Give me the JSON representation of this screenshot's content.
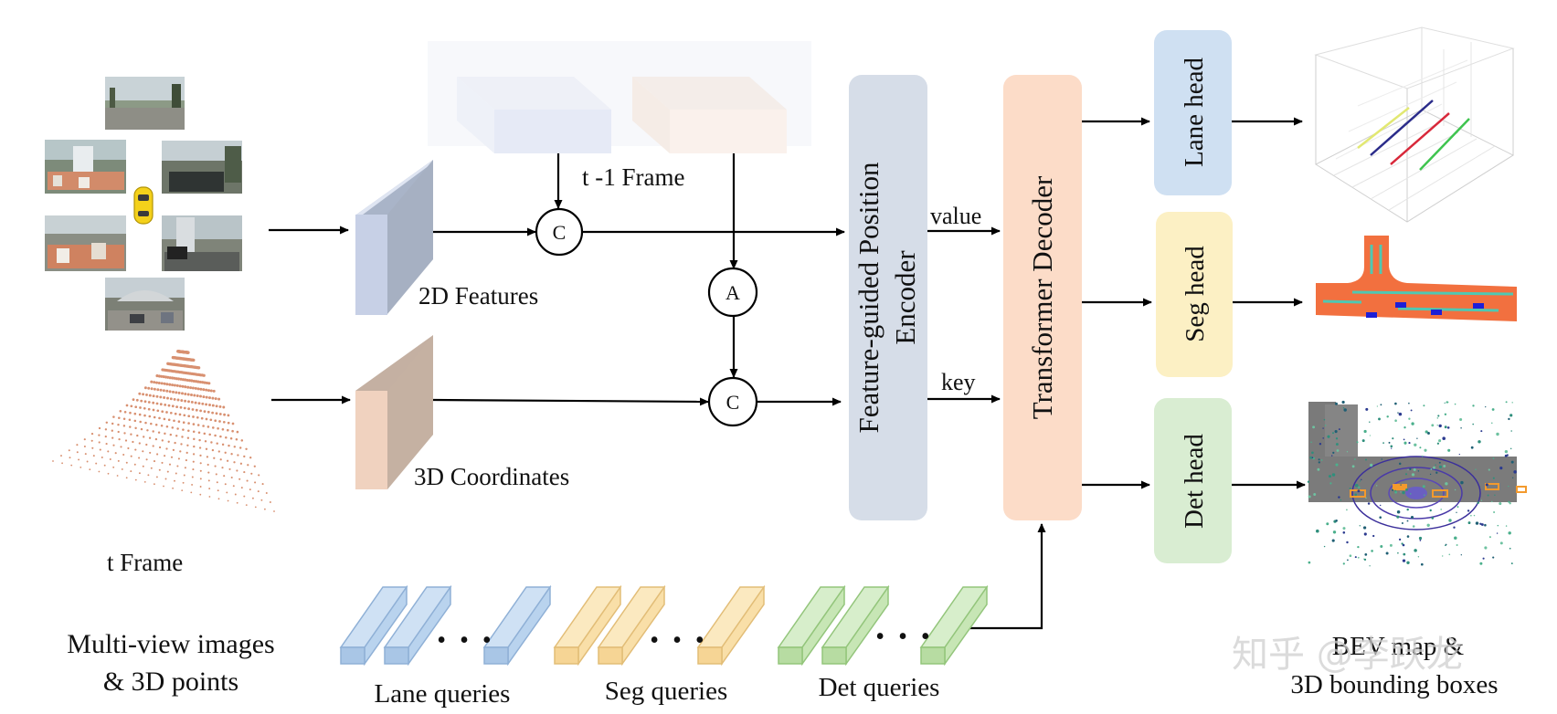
{
  "labels": {
    "prev_frame": "t -1 Frame",
    "current_frame": "t  Frame",
    "features_2d": "2D Features",
    "coords_3d": "3D Coordinates",
    "concat_symbol": "C",
    "align_symbol": "A",
    "encoder": "Feature-guided Position",
    "encoder_line2": "Encoder",
    "value": "value",
    "key": "key",
    "decoder": "Transformer  Decoder",
    "lane_head": "Lane head",
    "seg_head": "Seg head",
    "det_head": "Det head",
    "input_line1": "Multi-view images",
    "input_line2": "& 3D points",
    "lane_queries": "Lane queries",
    "seg_queries": "Seg queries",
    "det_queries": "Det queries",
    "output_line1": "BEV map &",
    "output_line2": "3D bounding boxes",
    "ellipsis": "• • •",
    "watermark": "知乎 @李跃龙"
  },
  "colors": {
    "feature_2d": "#c7d0e6",
    "coords_3d": "#e9c9b5",
    "encoder": "#d6dde8",
    "decoder": "#fcdcc8",
    "lane_head": "#cfe0f2",
    "seg_head": "#fcf0c4",
    "det_head": "#d9edd2",
    "lane_query": "#b9d3ee",
    "seg_query": "#f9dfa8",
    "det_query": "#c7e6b5"
  }
}
